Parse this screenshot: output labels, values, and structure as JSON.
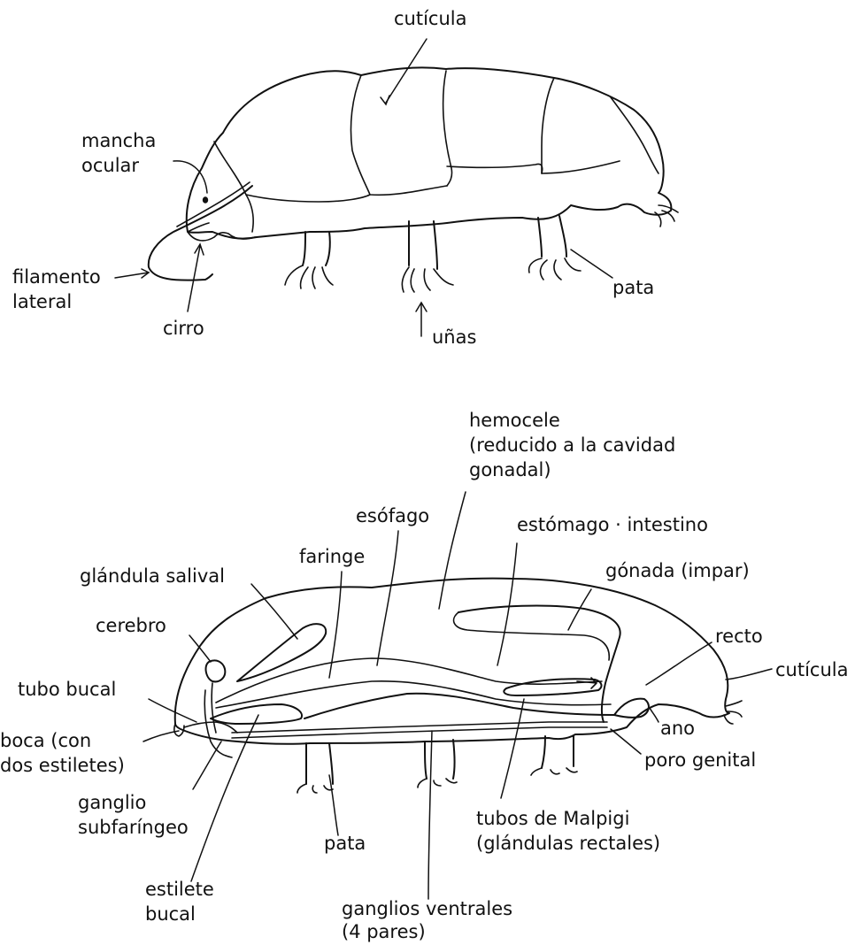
{
  "top_figure": {
    "labels": {
      "cuticula": "cutícula",
      "mancha_ocular_1": "mancha",
      "mancha_ocular_2": "ocular",
      "filamento_lateral_1": "filamento",
      "filamento_lateral_2": "lateral",
      "cirro": "cirro",
      "unas": "uñas",
      "pata": "pata"
    }
  },
  "bottom_figure": {
    "labels": {
      "hemocele_1": "hemocele",
      "hemocele_2": "(reducido a la cavidad",
      "hemocele_3": "gonadal)",
      "esofago": "esófago",
      "estomago": "estómago · intestino",
      "faringe": "faringe",
      "glandula_salival": "glándula salival",
      "gonada": "gónada (impar)",
      "cerebro": "cerebro",
      "recto": "recto",
      "cuticula": "cutícula",
      "tubo_bucal": "tubo bucal",
      "boca_1": "boca (con",
      "boca_2": "dos estiletes)",
      "ano": "ano",
      "poro_genital": "poro genital",
      "ganglio_sub_1": "ganglio",
      "ganglio_sub_2": "subfaríngeo",
      "pata": "pata",
      "malpigi_1": "tubos de Malpigi",
      "malpigi_2": "(glándulas rectales)",
      "estilete_1": "estilete",
      "estilete_2": "bucal",
      "ganglios_ventrales_1": "ganglios ventrales",
      "ganglios_ventrales_2": "(4 pares)"
    }
  }
}
